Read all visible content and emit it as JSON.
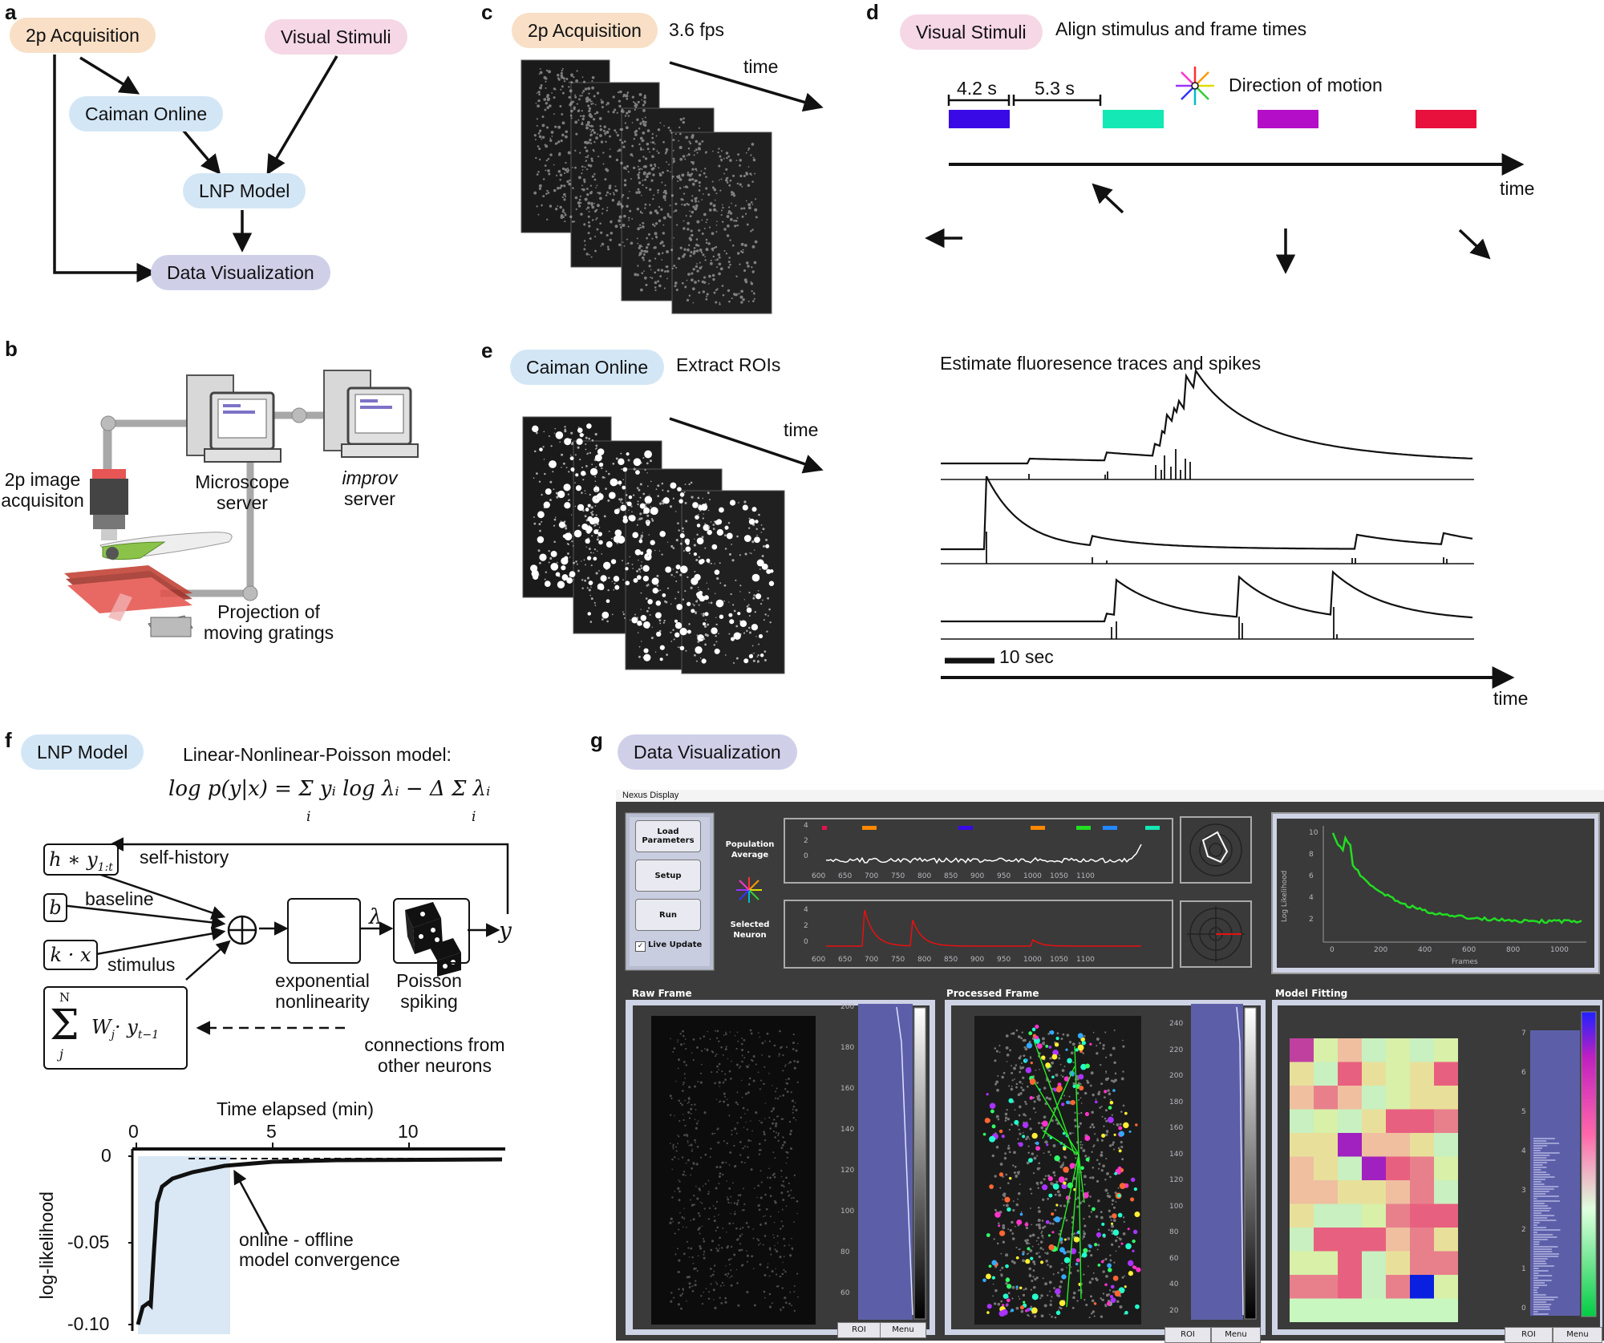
{
  "panel_letters": {
    "a": "a",
    "b": "b",
    "c": "c",
    "d": "d",
    "e": "e",
    "f": "f",
    "g": "g"
  },
  "a": {
    "acq": "2p Acquisition",
    "stim": "Visual Stimuli",
    "caiman": "Caiman Online",
    "lnp": "LNP Model",
    "viz": "Data Visualization"
  },
  "b": {
    "acq_label_1": "2p image",
    "acq_label_2": "acquisiton",
    "ms_1": "Microscope",
    "ms_2": "server",
    "improv_1": "improv",
    "improv_2": "server",
    "proj_1": "Projection of",
    "proj_2": "moving gratings"
  },
  "c": {
    "pill": "2p Acquisition",
    "fps": "3.6 fps",
    "time": "time"
  },
  "d": {
    "pill": "Visual Stimuli",
    "title": "Align stimulus and frame times",
    "dur1": "4.2 s",
    "dur2": "5.3 s",
    "motion": "Direction of motion",
    "time": "time",
    "colors": [
      "#3a0ae6",
      "#14e8b4",
      "#b40ec8",
      "#e8103c"
    ]
  },
  "e": {
    "pill": "Caiman Online",
    "title": "Extract ROIs",
    "time": "time",
    "est": "Estimate fluoresence traces and spikes",
    "scale": "10 sec",
    "time2": "time"
  },
  "f": {
    "pill": "LNP Model",
    "title": "Linear-Nonlinear-Poisson model:",
    "eq": "log p(y|x) = Σ yᵢ log λᵢ − Δ Σ λᵢ",
    "eq_sub1": "i",
    "eq_sub2": "i",
    "h": "h ∗ y",
    "h_sub": "1:t",
    "b": "b",
    "k": "k · x",
    "sum_sym": "Σ",
    "sum_top": "N",
    "sum_bot": "j",
    "sum_term": "W",
    "sum_term_sub": "j",
    "sum_dot": "· y",
    "sum_dot_sub": "t−1",
    "selfhist": "self-history",
    "baseline": "baseline",
    "stimulus": "stimulus",
    "plus": "⊕",
    "lambda": "λ",
    "y": "y",
    "exp_1": "exponential",
    "exp_2": "nonlinearity",
    "poi_1": "Poisson",
    "poi_2": "spiking",
    "conn_1": "connections from",
    "conn_2": "other neurons",
    "plot_title": "Time elapsed (min)",
    "ylabel": "log-likelihood",
    "xticks": [
      "0",
      "5",
      "10"
    ],
    "yticks": [
      "0",
      "-0.05",
      "-0.10"
    ],
    "annot_1": "online - offline",
    "annot_2": "model convergence"
  },
  "g": {
    "pill": "Data Visualization",
    "window_title": "Nexus Display",
    "btn_load": "Load Parameters",
    "btn_setup": "Setup",
    "btn_run": "Run",
    "live": "Live Update",
    "check": "✓",
    "pop_1": "Population",
    "pop_2": "Average",
    "sel_1": "Selected",
    "sel_2": "Neuron",
    "trace_x": [
      "600",
      "650",
      "700",
      "750",
      "800",
      "850",
      "900",
      "950",
      "1000",
      "1050",
      "1100"
    ],
    "trace_y": [
      "4",
      "2",
      "0"
    ],
    "mf_y": [
      "10",
      "8",
      "6",
      "4",
      "2"
    ],
    "mf_x": [
      "0",
      "200",
      "400",
      "600",
      "800",
      "1000"
    ],
    "mf_ylabel": "Log Likelihood",
    "mf_xlabel": "Frames",
    "raw": "Raw Frame",
    "proc": "Processed Frame",
    "model": "Model Fitting",
    "raw_ticks": [
      "200",
      "180",
      "160",
      "140",
      "120",
      "100",
      "80",
      "60"
    ],
    "proc_ticks": [
      "240",
      "220",
      "200",
      "180",
      "160",
      "140",
      "120",
      "100",
      "80",
      "60",
      "40",
      "20"
    ],
    "model_ticks": [
      "7",
      "6",
      "5",
      "4",
      "3",
      "2",
      "1",
      "0"
    ],
    "roi": "ROI",
    "menu": "Menu"
  }
}
